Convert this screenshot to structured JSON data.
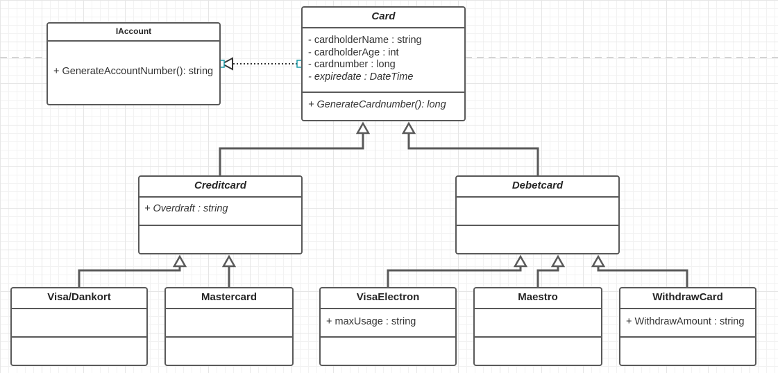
{
  "classes": {
    "iaccount": {
      "name": "IAccount",
      "attributes": [],
      "methods": [
        "+ GenerateAccountNumber(): string"
      ]
    },
    "card": {
      "name": "Card",
      "attributes": [
        "- cardholderName : string",
        "- cardholderAge : int",
        "- cardnumber : long",
        "- expiredate : DateTime"
      ],
      "methods": [
        "+ GenerateCardnumber(): long"
      ]
    },
    "creditcard": {
      "name": "Creditcard",
      "attributes": [
        "+ Overdraft : string"
      ],
      "methods": []
    },
    "debetcard": {
      "name": "Debetcard",
      "attributes": [],
      "methods": []
    },
    "visa_dankort": {
      "name": "Visa/Dankort",
      "attributes": [],
      "methods": []
    },
    "mastercard": {
      "name": "Mastercard",
      "attributes": [],
      "methods": []
    },
    "visaelectron": {
      "name": "VisaElectron",
      "attributes": [
        "+ maxUsage : string"
      ],
      "methods": []
    },
    "maestro": {
      "name": "Maestro",
      "attributes": [],
      "methods": []
    },
    "withdrawcard": {
      "name": "WithdrawCard",
      "attributes": [
        "+ WithdrawAmount : string"
      ],
      "methods": []
    }
  },
  "relations": [
    {
      "type": "realization",
      "from": "Card",
      "to": "IAccount"
    },
    {
      "type": "generalization",
      "from": "Creditcard",
      "to": "Card"
    },
    {
      "type": "generalization",
      "from": "Debetcard",
      "to": "Card"
    },
    {
      "type": "generalization",
      "from": "Visa/Dankort",
      "to": "Creditcard"
    },
    {
      "type": "generalization",
      "from": "Mastercard",
      "to": "Creditcard"
    },
    {
      "type": "generalization",
      "from": "VisaElectron",
      "to": "Debetcard"
    },
    {
      "type": "generalization",
      "from": "Maestro",
      "to": "Debetcard"
    },
    {
      "type": "generalization",
      "from": "WithdrawCard",
      "to": "Debetcard"
    }
  ],
  "colors": {
    "border": "#595959",
    "text": "#333333",
    "selection_handle": "#1a9ba8",
    "grid": "#e6e6e6"
  }
}
